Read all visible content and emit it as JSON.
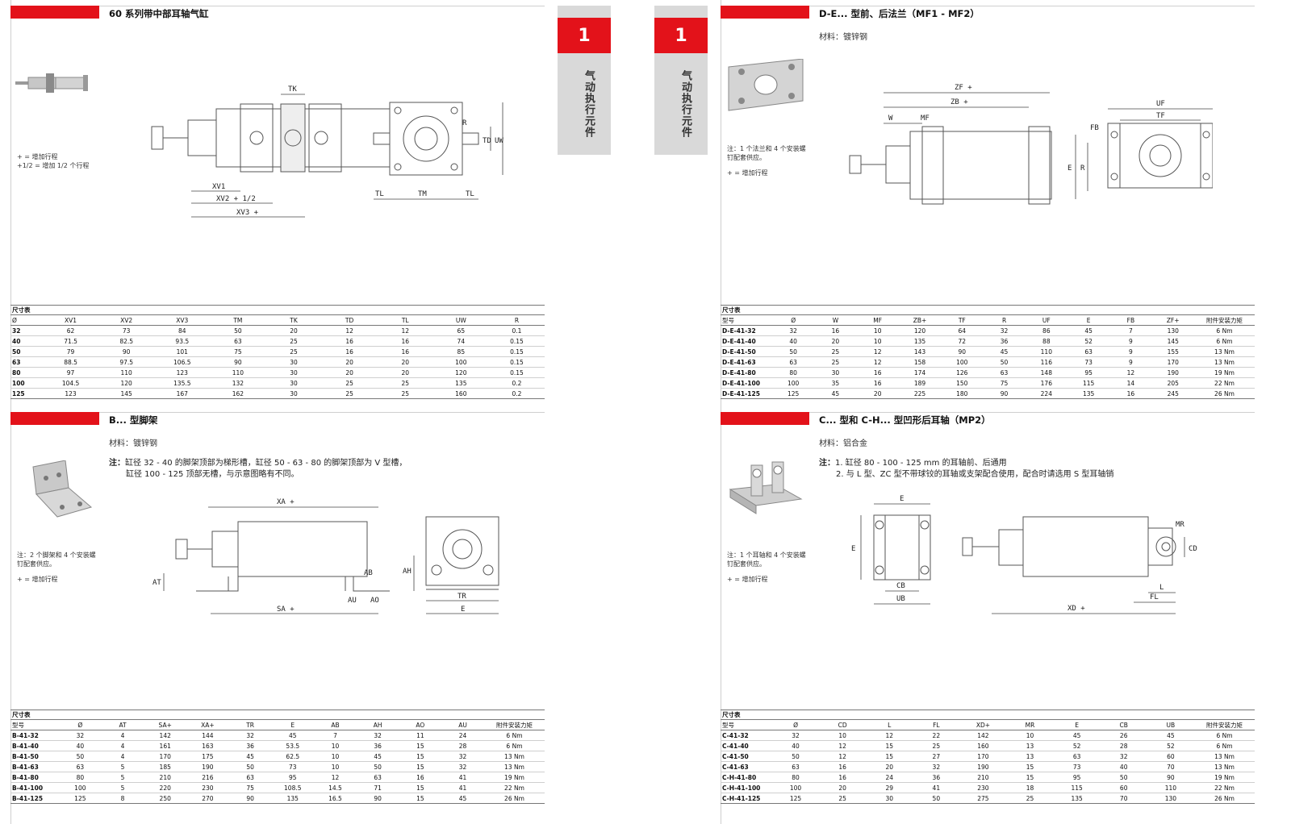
{
  "left_page": {
    "section1": {
      "title": "60 系列带中部耳轴气缸",
      "notes": [
        "+ = 增加行程",
        "+1/2 = 增加 1/2 个行程"
      ],
      "drawing_labels": {
        "tk": "TK",
        "r": "R",
        "td": "TD",
        "uw": "UW",
        "xv1": "XV1",
        "xv2": "XV2 + 1/2",
        "xv3": "XV3 +",
        "tl_left": "TL",
        "tm": "TM",
        "tl_right": "TL"
      },
      "table": {
        "caption": "尺寸表",
        "headers": [
          "Ø",
          "XV1",
          "XV2",
          "XV3",
          "TM",
          "TK",
          "TD",
          "TL",
          "UW",
          "R"
        ],
        "rows": [
          [
            "32",
            "62",
            "73",
            "84",
            "50",
            "20",
            "12",
            "12",
            "65",
            "0.1"
          ],
          [
            "40",
            "71.5",
            "82.5",
            "93.5",
            "63",
            "25",
            "16",
            "16",
            "74",
            "0.15"
          ],
          [
            "50",
            "79",
            "90",
            "101",
            "75",
            "25",
            "16",
            "16",
            "85",
            "0.15"
          ],
          [
            "63",
            "88.5",
            "97.5",
            "106.5",
            "90",
            "30",
            "20",
            "20",
            "100",
            "0.15"
          ],
          [
            "80",
            "97",
            "110",
            "123",
            "110",
            "30",
            "20",
            "20",
            "120",
            "0.15"
          ],
          [
            "100",
            "104.5",
            "120",
            "135.5",
            "132",
            "30",
            "25",
            "25",
            "135",
            "0.2"
          ],
          [
            "125",
            "123",
            "145",
            "167",
            "162",
            "30",
            "25",
            "25",
            "160",
            "0.2"
          ]
        ]
      }
    },
    "section2": {
      "title": "B... 型脚架",
      "material": "材料：镀锌钢",
      "note_label": "注：",
      "note_lines": [
        "缸径 32 - 40 的脚架顶部为梯形槽，缸径 50 - 63 - 80 的脚架顶部为 V 型槽，",
        "缸径 100 - 125 顶部无槽，与示意图略有不同。"
      ],
      "side_notes": [
        "注：2 个脚架和 4 个安装螺钉配套供应。",
        "+ = 增加行程"
      ],
      "drawing_labels": {
        "xa": "XA +",
        "at": "AT",
        "ab": "AB",
        "au": "AU",
        "ao": "AO",
        "sa": "SA +",
        "ah": "AH",
        "tr": "TR",
        "e": "E"
      },
      "table": {
        "caption": "尺寸表",
        "headers": [
          "型号",
          "Ø",
          "AT",
          "SA+",
          "XA+",
          "TR",
          "E",
          "AB",
          "AH",
          "AO",
          "AU",
          "附件安装力矩"
        ],
        "rows": [
          [
            "B-41-32",
            "32",
            "4",
            "142",
            "144",
            "32",
            "45",
            "7",
            "32",
            "11",
            "24",
            "6 Nm"
          ],
          [
            "B-41-40",
            "40",
            "4",
            "161",
            "163",
            "36",
            "53.5",
            "10",
            "36",
            "15",
            "28",
            "6 Nm"
          ],
          [
            "B-41-50",
            "50",
            "4",
            "170",
            "175",
            "45",
            "62.5",
            "10",
            "45",
            "15",
            "32",
            "13 Nm"
          ],
          [
            "B-41-63",
            "63",
            "5",
            "185",
            "190",
            "50",
            "73",
            "10",
            "50",
            "15",
            "32",
            "13 Nm"
          ],
          [
            "B-41-80",
            "80",
            "5",
            "210",
            "216",
            "63",
            "95",
            "12",
            "63",
            "16",
            "41",
            "19 Nm"
          ],
          [
            "B-41-100",
            "100",
            "5",
            "220",
            "230",
            "75",
            "108.5",
            "14.5",
            "71",
            "15",
            "41",
            "22 Nm"
          ],
          [
            "B-41-125",
            "125",
            "8",
            "250",
            "270",
            "90",
            "135",
            "16.5",
            "90",
            "15",
            "45",
            "26 Nm"
          ]
        ]
      }
    },
    "tab": {
      "number": "1",
      "label": "气动执行元件"
    }
  },
  "right_page": {
    "tab": {
      "number": "1",
      "label": "气动执行元件"
    },
    "section1": {
      "title": "D-E... 型前、后法兰（MF1 - MF2）",
      "material": "材料：镀锌钢",
      "side_notes": [
        "注：1 个法兰和 4 个安装螺钉配套供应。",
        "+ = 增加行程"
      ],
      "drawing_labels": {
        "zf": "ZF +",
        "zb": "ZB +",
        "w": "W",
        "mf": "MF",
        "fb": "FB",
        "e": "E",
        "r": "R",
        "uf": "UF",
        "tf": "TF"
      },
      "table": {
        "caption": "尺寸表",
        "headers": [
          "型号",
          "Ø",
          "W",
          "MF",
          "ZB+",
          "TF",
          "R",
          "UF",
          "E",
          "FB",
          "ZF+",
          "附件安装力矩"
        ],
        "rows": [
          [
            "D-E-41-32",
            "32",
            "16",
            "10",
            "120",
            "64",
            "32",
            "86",
            "45",
            "7",
            "130",
            "6 Nm"
          ],
          [
            "D-E-41-40",
            "40",
            "20",
            "10",
            "135",
            "72",
            "36",
            "88",
            "52",
            "9",
            "145",
            "6 Nm"
          ],
          [
            "D-E-41-50",
            "50",
            "25",
            "12",
            "143",
            "90",
            "45",
            "110",
            "63",
            "9",
            "155",
            "13 Nm"
          ],
          [
            "D-E-41-63",
            "63",
            "25",
            "12",
            "158",
            "100",
            "50",
            "116",
            "73",
            "9",
            "170",
            "13 Nm"
          ],
          [
            "D-E-41-80",
            "80",
            "30",
            "16",
            "174",
            "126",
            "63",
            "148",
            "95",
            "12",
            "190",
            "19 Nm"
          ],
          [
            "D-E-41-100",
            "100",
            "35",
            "16",
            "189",
            "150",
            "75",
            "176",
            "115",
            "14",
            "205",
            "22 Nm"
          ],
          [
            "D-E-41-125",
            "125",
            "45",
            "20",
            "225",
            "180",
            "90",
            "224",
            "135",
            "16",
            "245",
            "26 Nm"
          ]
        ]
      }
    },
    "section2": {
      "title": "C... 型和 C-H... 型凹形后耳轴（MP2）",
      "material": "材料：铝合金",
      "note_label": "注：",
      "note_lines": [
        "1. 缸径 80 - 100 - 125 mm 的耳轴前、后通用",
        "2. 与 L 型、ZC 型不带球铰的耳轴或支架配合使用，配合时请选用 S 型耳轴销"
      ],
      "side_notes": [
        "注：1 个耳轴和 4 个安装螺钉配套供应。",
        "+ = 增加行程"
      ],
      "drawing_labels": {
        "e_top": "E",
        "e_side": "E",
        "cb": "CB",
        "ub": "UB",
        "mr": "MR",
        "cd": "CD",
        "l": "L",
        "fl": "FL",
        "xd": "XD +"
      },
      "table": {
        "caption": "尺寸表",
        "headers": [
          "型号",
          "Ø",
          "CD",
          "L",
          "FL",
          "XD+",
          "MR",
          "E",
          "CB",
          "UB",
          "附件安装力矩"
        ],
        "rows": [
          [
            "C-41-32",
            "32",
            "10",
            "12",
            "22",
            "142",
            "10",
            "45",
            "26",
            "45",
            "6 Nm"
          ],
          [
            "C-41-40",
            "40",
            "12",
            "15",
            "25",
            "160",
            "13",
            "52",
            "28",
            "52",
            "6 Nm"
          ],
          [
            "C-41-50",
            "50",
            "12",
            "15",
            "27",
            "170",
            "13",
            "63",
            "32",
            "60",
            "13 Nm"
          ],
          [
            "C-41-63",
            "63",
            "16",
            "20",
            "32",
            "190",
            "15",
            "73",
            "40",
            "70",
            "13 Nm"
          ],
          [
            "C-H-41-80",
            "80",
            "16",
            "24",
            "36",
            "210",
            "15",
            "95",
            "50",
            "90",
            "19 Nm"
          ],
          [
            "C-H-41-100",
            "100",
            "20",
            "29",
            "41",
            "230",
            "18",
            "115",
            "60",
            "110",
            "22 Nm"
          ],
          [
            "C-H-41-125",
            "125",
            "25",
            "30",
            "50",
            "275",
            "25",
            "135",
            "70",
            "130",
            "26 Nm"
          ]
        ]
      }
    }
  }
}
